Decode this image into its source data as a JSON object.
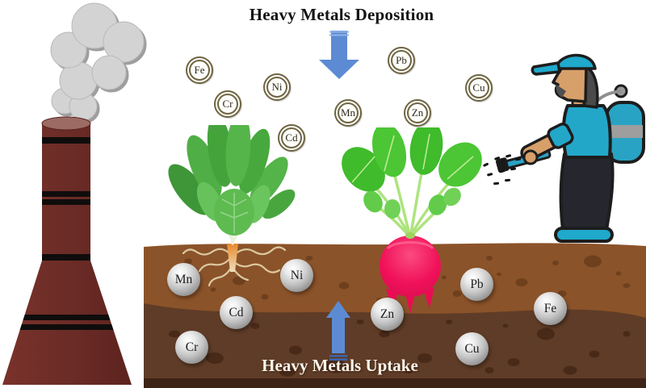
{
  "title": "Heavy Metals Deposition",
  "uptake_label": "Heavy Metals Uptake",
  "air_metals": [
    {
      "symbol": "Fe"
    },
    {
      "symbol": "Cr"
    },
    {
      "symbol": "Ni"
    },
    {
      "symbol": "Cd"
    },
    {
      "symbol": "Mn"
    },
    {
      "symbol": "Pb"
    },
    {
      "symbol": "Zn"
    },
    {
      "symbol": "Cu"
    }
  ],
  "soil_metals": [
    {
      "symbol": "Mn"
    },
    {
      "symbol": "Ni"
    },
    {
      "symbol": "Cd"
    },
    {
      "symbol": "Cr"
    },
    {
      "symbol": "Zn"
    },
    {
      "symbol": "Pb"
    },
    {
      "symbol": "Fe"
    },
    {
      "symbol": "Cu"
    }
  ],
  "icons": {
    "chimney": "factory-chimney-icon",
    "smoke": "smoke-cloud-icon",
    "down_arrow": "deposition-arrow-icon",
    "up_arrow": "uptake-arrow-icon",
    "spinach": "leafy-plant-icon",
    "radish": "radish-plant-icon",
    "person": "person-sprayer-icon",
    "spray": "spray-droplets-icon"
  },
  "colors": {
    "arrow_blue": "#5C8BD3",
    "arrow_stripe": "#93B5E4",
    "chimney_maroon": "#6B2B26",
    "smoke_gray": "#D3D3D3",
    "soil_upper": "#8B5329",
    "soil_lower": "#5F3C27",
    "soil_bottom": "#3D2416",
    "radish_pink": "#F0115A",
    "leaf_green": "#4CB63C",
    "metal_ring_olive": "#6F6542",
    "sphere_silver": "#C4C4C4",
    "person_teal": "#23A7C9",
    "skin_tan": "#D79F6A"
  }
}
